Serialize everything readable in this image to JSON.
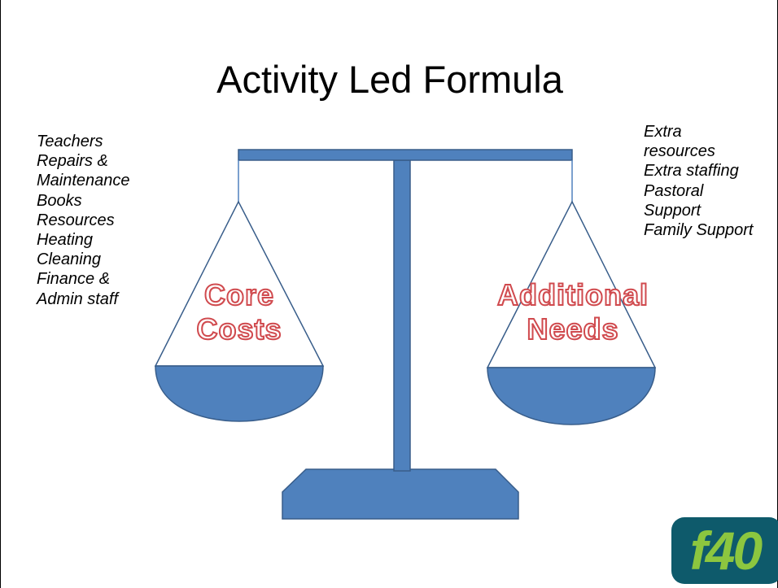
{
  "slide": {
    "title": "Activity Led Formula",
    "core_costs_items": [
      "Teachers",
      "Repairs &",
      "Maintenance",
      "Books",
      "Resources",
      "Heating",
      "Cleaning",
      "Finance &",
      "Admin staff"
    ],
    "additional_needs_items": [
      "Extra",
      "resources",
      "Extra staffing",
      "Pastoral",
      "Support",
      "Family Support"
    ],
    "left_pan_label": [
      "Core",
      "Costs"
    ],
    "right_pan_label": [
      "Additional",
      "Needs"
    ],
    "logo_text": "f40"
  },
  "colors": {
    "scale_fill": "#4f81bd",
    "scale_stroke": "#385d8a",
    "label_outline": "#d04a4e"
  }
}
